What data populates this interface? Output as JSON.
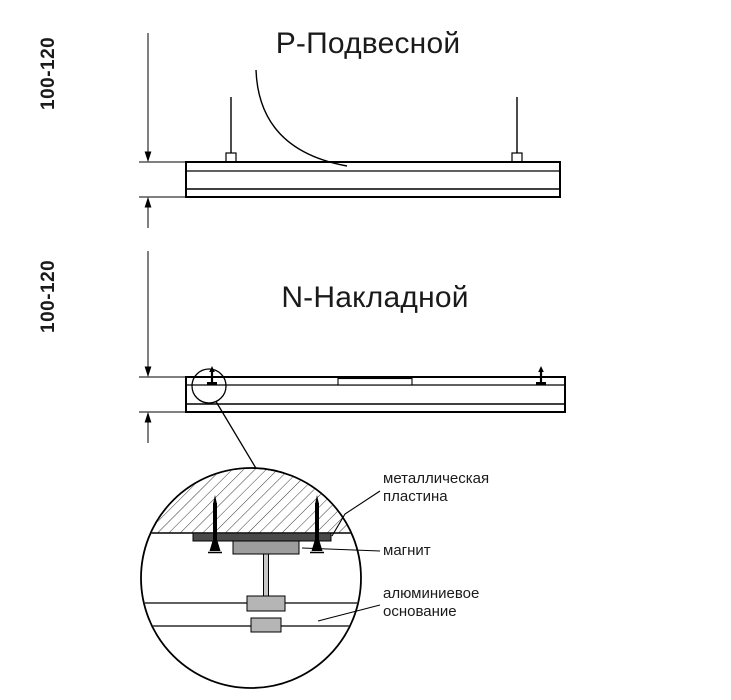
{
  "titles": {
    "suspended": "Р-Подвесной",
    "surface": "N-Накладной"
  },
  "dimensions": {
    "suspended_range": "100-120",
    "surface_range": "100-120"
  },
  "detail_labels": {
    "plate_line1": "металлическая",
    "plate_line2": "пластина",
    "magnet": "магнит",
    "base_line1": "алюминиевое",
    "base_line2": "основание"
  },
  "colors": {
    "line": "#000000",
    "plate_fill": "#4a4a4a",
    "magnet_fill": "#9e9e9e",
    "stem_fill": "#c8c8c8",
    "base_fill": "#b5b5b5",
    "background": "#ffffff"
  }
}
